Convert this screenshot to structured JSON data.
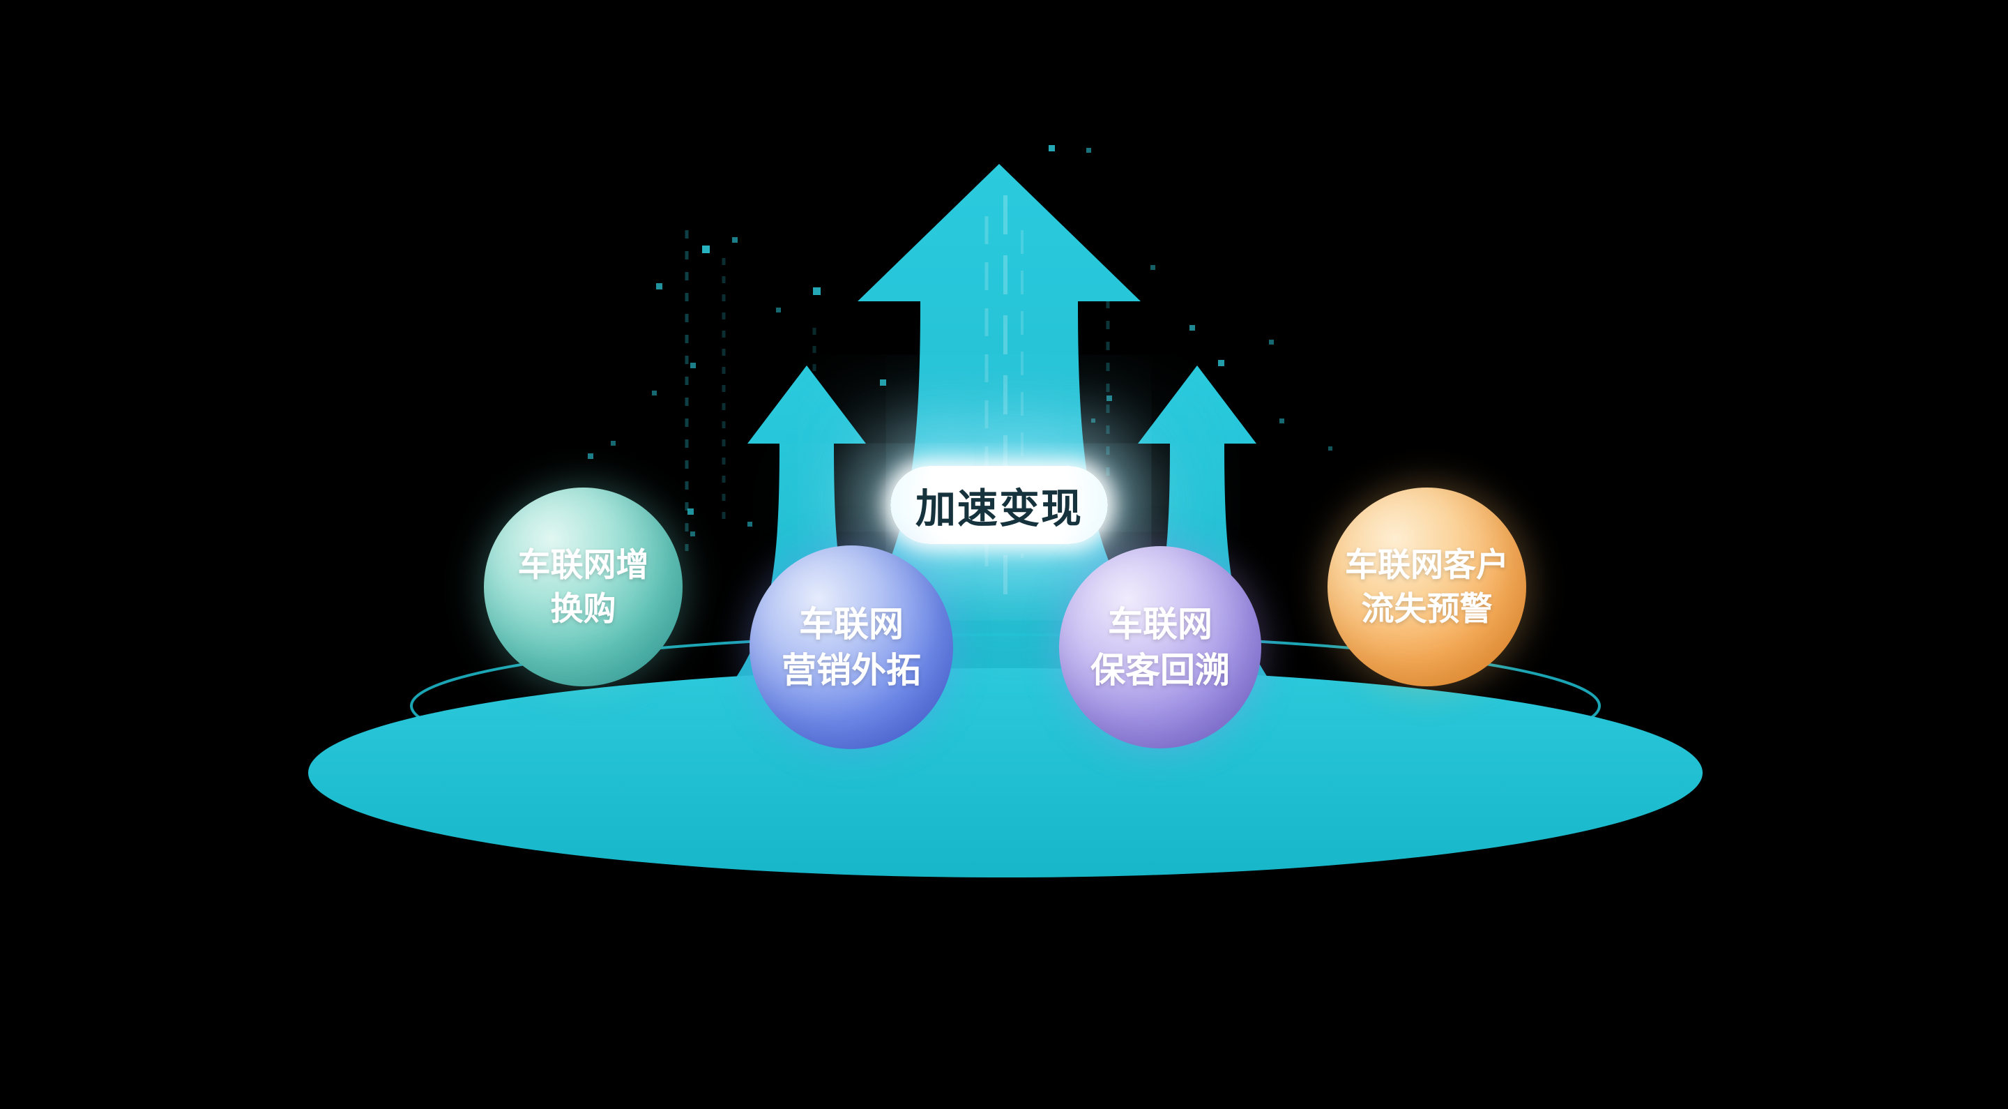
{
  "diagram": {
    "center_label": "加速变现",
    "spheres": [
      {
        "id": "iov-trade-in",
        "lines": [
          "车联网增",
          "换购"
        ]
      },
      {
        "id": "iov-marketing-expansion",
        "lines": [
          "车联网",
          "营销外拓"
        ]
      },
      {
        "id": "iov-retained-customer",
        "lines": [
          "车联网",
          "保客回溯"
        ]
      },
      {
        "id": "iov-churn-warning",
        "lines": [
          "车联网客户",
          "流失预警"
        ]
      }
    ],
    "colors": {
      "background": "#000000",
      "arrow_teal": "#27c6d9",
      "platform_teal_top": "#2cc9db",
      "platform_teal_bottom": "#17b6c9",
      "particle_teal": "#2ed2e2",
      "sphere_teal": "#3aa9a2",
      "sphere_blue": "#4a67dd",
      "sphere_purple": "#7b6cd2",
      "sphere_orange": "#ee8f2e",
      "label_background": "#ffffff",
      "label_text": "#16333d",
      "sphere_text": "#ffffff"
    }
  }
}
